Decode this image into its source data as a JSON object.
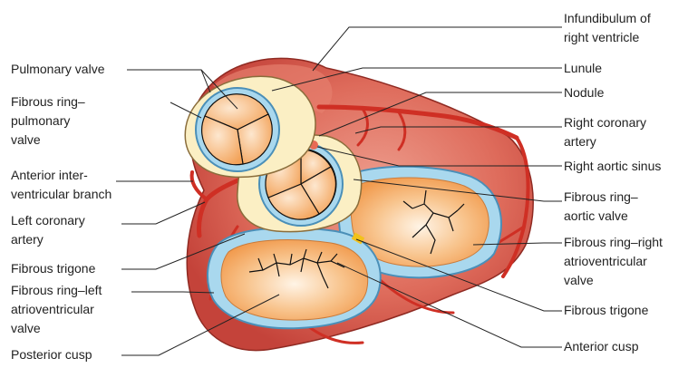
{
  "labels": {
    "infundibulum": [
      "Infundibulum of",
      "right ventricle"
    ],
    "lunule": [
      "Lunule"
    ],
    "nodule": [
      "Nodule"
    ],
    "right_coronary_artery": [
      "Right coronary",
      "artery"
    ],
    "right_aortic_sinus": [
      "Right aortic sinus"
    ],
    "fibrous_ring_aortic": [
      "Fibrous ring–",
      "aortic valve"
    ],
    "fibrous_ring_right_av": [
      "Fibrous ring–right",
      "atrioventricular",
      "valve"
    ],
    "fibrous_trigone_right": [
      "Fibrous trigone"
    ],
    "anterior_cusp": [
      "Anterior cusp"
    ],
    "pulmonary_valve": [
      "Pulmonary valve"
    ],
    "fibrous_ring_pulmonary": [
      "Fibrous ring–",
      "pulmonary",
      "valve"
    ],
    "anterior_interventricular": [
      "Anterior inter-",
      "ventricular branch"
    ],
    "left_coronary_artery": [
      "Left coronary",
      "artery"
    ],
    "fibrous_trigone_left": [
      "Fibrous trigone"
    ],
    "fibrous_ring_left_av": [
      "Fibrous ring–left",
      "atrioventricular",
      "valve"
    ],
    "posterior_cusp": [
      "Posterior cusp"
    ]
  },
  "colors": {
    "myocardium": "#d9574a",
    "myocardium_light": "#e98a79",
    "myocardium_dark": "#b8352b",
    "artery": "#cf2f24",
    "fibrous_ring": "#a9d8ee",
    "fibrous_ring_edge": "#4a8fb8",
    "cusp": "#f4b06b",
    "cusp_light": "#fde7cf",
    "outer_tissue": "#fbefc4",
    "trigone_marker": "#f2c21b",
    "leader_line": "#222222"
  }
}
